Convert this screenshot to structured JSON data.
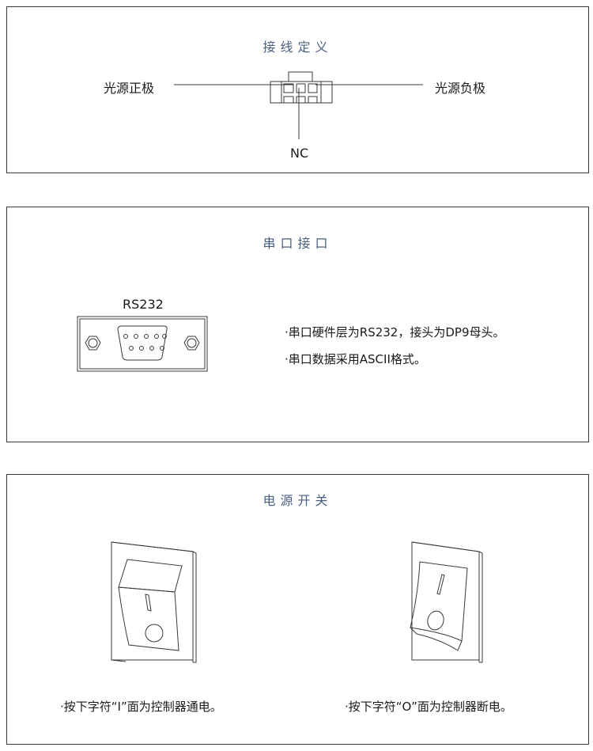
{
  "wiring": {
    "title": "接线定义",
    "left_label": "光源正极",
    "right_label": "光源负极",
    "bottom_label": "NC"
  },
  "serial": {
    "title": "串口接口",
    "connector_label": "RS232",
    "bullets": [
      "·串口硬件层为RS232，接头为DP9母头。",
      "·串口数据采用ASCII格式。"
    ]
  },
  "power": {
    "title": "电源开关",
    "on_caption": "·按下字符“I”面为控制器通电。",
    "off_caption": "·按下字符“O”面为控制器断电。"
  },
  "colors": {
    "title_blue": "#4a5f80",
    "line": "#3a3a3a"
  }
}
